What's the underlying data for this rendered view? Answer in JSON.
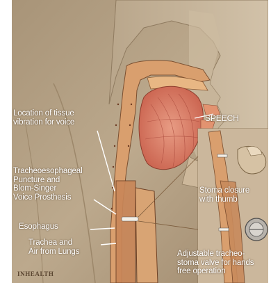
{
  "labels": {
    "tissue_vibration": "Location of tissue\nvibration for voice",
    "speech": "SPEECH",
    "puncture": "Tracheoesophageal\nPuncture and\nBlom-Singer\nVoice Prosthesis",
    "stoma_closure": "Stoma closure\nwith thumb",
    "esophagus": "Esophagus",
    "trachea": "Trachea and\nAir from Lungs",
    "valve": "Adjustable tracheo-\nstoma valve for hands\nfree operation",
    "brand": "INHEALTH"
  },
  "colors": {
    "background": "#b7a58a",
    "skin": "#c4b29a",
    "tract": "#d9a070",
    "muscle": "#cf6f5a",
    "label": "#ffffff"
  }
}
